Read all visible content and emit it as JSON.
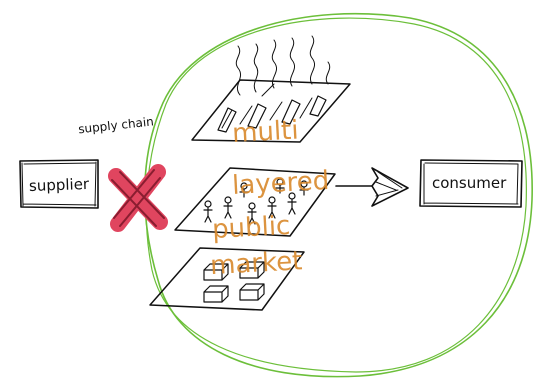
{
  "labels": {
    "supply_chain": "supply chain",
    "supplier": "supplier",
    "consumer": "consumer",
    "overlay_line1": "multi",
    "overlay_line2": "layered",
    "overlay_line3": "public",
    "overlay_line4": "market"
  },
  "colors": {
    "circle": "#6cbf3a",
    "cross": "#e0455f",
    "overlay_text": "#d9892c",
    "ink": "#111111"
  }
}
